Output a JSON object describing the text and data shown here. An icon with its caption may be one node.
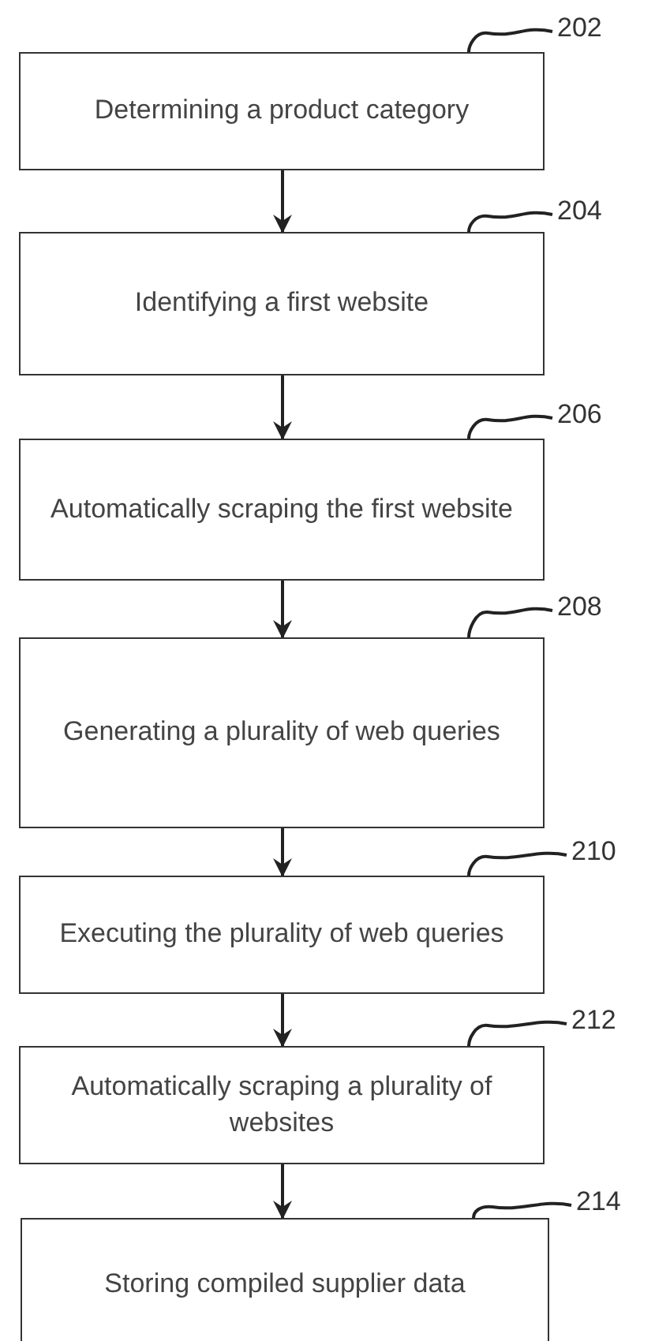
{
  "diagram": {
    "nodes": [
      {
        "text": [
          "202"
        ]
      },
      {
        "text": [
          "Determining a product category"
        ]
      },
      {
        "text": [
          "204"
        ]
      },
      {
        "text": [
          "Identifying a first website"
        ]
      },
      {
        "text": [
          "206"
        ]
      },
      {
        "text": [
          "Automatically scraping the first website"
        ]
      },
      {
        "text": [
          "208"
        ]
      },
      {
        "text": [
          "Generating a plurality of web queries"
        ]
      },
      {
        "text": [
          "210"
        ]
      },
      {
        "text": [
          "Executing the plurality of web queries"
        ]
      },
      {
        "text": [
          "212"
        ]
      },
      {
        "text": [
          "Automatically scraping a plurality of websites"
        ]
      },
      {
        "text": [
          "214"
        ]
      },
      {
        "text": [
          "Storing compiled supplier data"
        ]
      }
    ],
    "edges": [
      {
        "from": 0,
        "to": 1,
        "arrow": "none"
      },
      {
        "from": 1,
        "to": 3,
        "arrow": "to"
      },
      {
        "from": 2,
        "to": 3,
        "arrow": "none"
      },
      {
        "from": 3,
        "to": 5,
        "arrow": "to"
      },
      {
        "from": 4,
        "to": 5,
        "arrow": "none"
      },
      {
        "from": 5,
        "to": 7,
        "arrow": "to"
      },
      {
        "from": 6,
        "to": 7,
        "arrow": "none"
      },
      {
        "from": 7,
        "to": 9,
        "arrow": "to"
      },
      {
        "from": 8,
        "to": 9,
        "arrow": "none"
      },
      {
        "from": 9,
        "to": 11,
        "arrow": "to"
      },
      {
        "from": 10,
        "to": 11,
        "arrow": "none"
      },
      {
        "from": 11,
        "to": 13,
        "arrow": "to"
      },
      {
        "from": 12,
        "to": 13,
        "arrow": "none"
      }
    ]
  }
}
